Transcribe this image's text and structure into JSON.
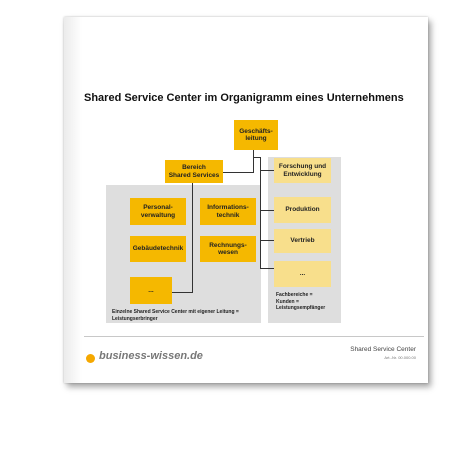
{
  "title": "Shared Service Center im Organigramm eines Unternehmens",
  "nodes": {
    "gf": "Geschäfts-\nleitung",
    "bereich": "Bereich\nShared Services",
    "personal": "Personal-\nverwaltung",
    "informations": "Informations-\ntechnik",
    "gebaeude": "Gebäudetechnik",
    "rechnung": "Rechnungs-\nwesen",
    "dots_left": "...",
    "forschung": "Forschung und\nEntwicklung",
    "produktion": "Produktion",
    "vertrieb": "Vertrieb",
    "dots_right": "..."
  },
  "notes": {
    "left": "Einzelne Shared Service Center mit eigener Leitung =\nLeistungserbringer",
    "right": "Fachbereiche =\nKunden =\nLeistungsempfänger"
  },
  "footer": {
    "brand": "business-wissen.de",
    "doc_title": "Shared Service Center",
    "article": "Art.-Nr. 00.000.00"
  },
  "colors": {
    "accent": "#f5b800",
    "accent_light": "#f8df8c",
    "panel": "#dedede",
    "brand_dot": "#f5a800"
  }
}
